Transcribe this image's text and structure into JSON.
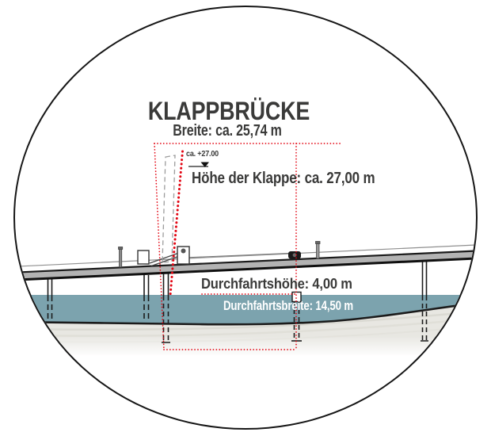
{
  "scene": {
    "title": "KLAPPBRÜCKE",
    "labels": {
      "breite": "Breite: ca. 25,74 m",
      "hoehe_klappe": "Höhe der Klappe: ca. 27,00 m",
      "elevation": "ca. +27.00",
      "durchfahrtshoehe": "Durchfahrtshöhe: 4,00 m",
      "durchfahrtsbreite": "Durchfahrtsbreite: 14,50 m"
    },
    "colors": {
      "accent_red": "#e30613",
      "water": "#7ca3ae",
      "ink": "#3a3a39",
      "water_label_text": "#ffffff",
      "structure_dark": "#1b1b1b",
      "dashed_gray": "#9c9c9c",
      "bed": "#e8e7e2"
    }
  }
}
